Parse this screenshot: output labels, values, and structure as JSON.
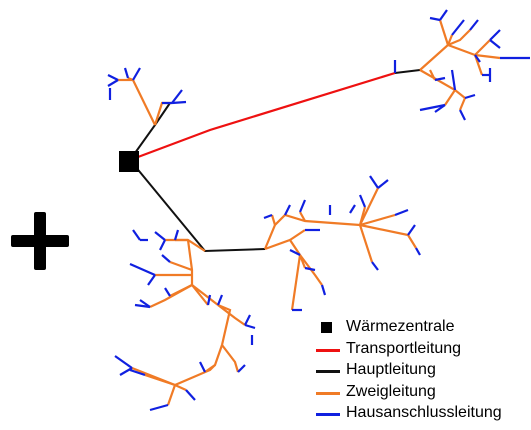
{
  "colors": {
    "waermezentrale": "#000000",
    "transportleitung": "#ee1111",
    "hauptleitung": "#111111",
    "zweigleitung": "#f07b26",
    "hausanschlussleitung": "#1020e0",
    "plus": "#000000"
  },
  "plus_symbol": "+",
  "legend": [
    {
      "key": "waermezentrale",
      "label": "Wärmezentrale",
      "marker": "square"
    },
    {
      "key": "transportleitung",
      "label": "Transportleitung",
      "marker": "line"
    },
    {
      "key": "hauptleitung",
      "label": "Hauptleitung",
      "marker": "line"
    },
    {
      "key": "zweigleitung",
      "label": "Zweigleitung",
      "marker": "line"
    },
    {
      "key": "hausanschlussleitung",
      "label": "Hausanschlussleitung",
      "marker": "line"
    }
  ]
}
